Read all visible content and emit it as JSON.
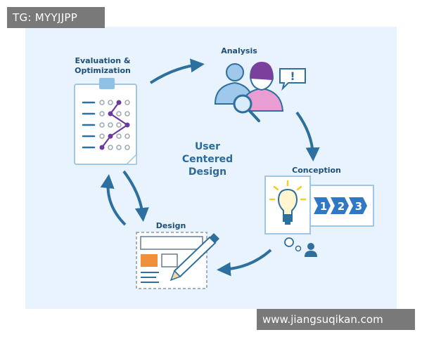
{
  "watermarks": {
    "top_left": "TG: MYYJJPP",
    "bottom_right": "www.jiangsuqikan.com"
  },
  "diagram": {
    "center_title": [
      "User",
      "Centered",
      "Design"
    ],
    "stages": {
      "evaluation": [
        "Evaluation &",
        "Optimization"
      ],
      "analysis": "Analysis",
      "conception": "Conception",
      "design": "Design"
    },
    "analysis_bubble": "!",
    "steps": [
      "1",
      "2",
      "3"
    ]
  },
  "colors": {
    "panel_bg": "#e8f3fd",
    "arrow": "#2d6f9e",
    "label": "#1d4f78",
    "accent_purple": "#7b3f9c",
    "accent_pink": "#e89ed2",
    "accent_blue": "#2f78c4",
    "accent_orange": "#f0903c",
    "accent_yellow": "#f5cc2a"
  }
}
